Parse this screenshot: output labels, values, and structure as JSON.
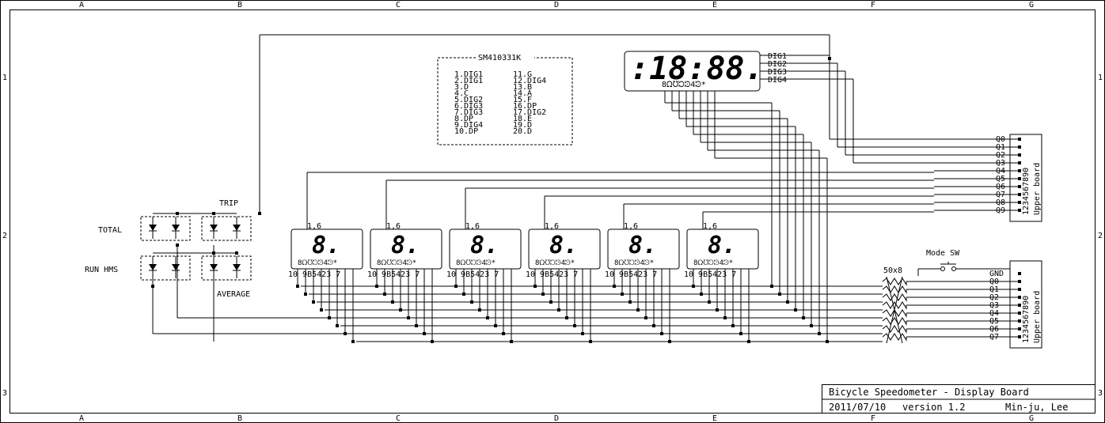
{
  "columns": [
    "A",
    "B",
    "C",
    "D",
    "E",
    "F",
    "G"
  ],
  "rows": [
    "1",
    "2",
    "3"
  ],
  "pinout": {
    "title": "SM410331K",
    "left": [
      "1.DIG1",
      "2.DIG1",
      "3.D",
      "4.C",
      "5.DIG2",
      "6.DIG3",
      "7.DIG3",
      "8.DP",
      "9.DIG4",
      "10.DP"
    ],
    "right": [
      "11.G",
      "12.DIG4",
      "13.B",
      "14.A",
      "15.F",
      "16.DP",
      "17.DIG2",
      "18.E",
      "19.D",
      "20.D"
    ]
  },
  "main_display": {
    "digit_text": ":18:88.",
    "pin_labels": "8ᘯᘮᘰᘱ4ᘲ*",
    "digit_lines": [
      "DIG1",
      "DIG2",
      "DIG3",
      "DIG4"
    ]
  },
  "small_displays": {
    "top_label": "1,6",
    "digit_text": "8.",
    "seg_labels": "8ᘯᘮᘰᘱ4ᘲ*",
    "pin_row": "10 9B5423 7"
  },
  "leds": {
    "total": "TOTAL",
    "trip": "TRIP",
    "run_hms": "RUN HMS",
    "average": "AVERAGE"
  },
  "connector_upper": {
    "pins": [
      "Q0",
      "Q1",
      "Q2",
      "Q3",
      "Q4",
      "Q5",
      "Q6",
      "Q7",
      "Q8",
      "Q9"
    ],
    "label": "Upper board",
    "numbers": "1234567890"
  },
  "connector_lower": {
    "pins": [
      "GND",
      "Q0",
      "Q1",
      "Q2",
      "Q3",
      "Q4",
      "Q5",
      "Q6",
      "Q7"
    ],
    "label": "Upper board",
    "numbers": "1234567890"
  },
  "resistor_label": "50x8",
  "switch_label": "Mode SW",
  "title_block": {
    "title": "Bicycle Speedometer - Display Board",
    "date": "2011/07/10",
    "version": "version 1.2",
    "author": "Min-ju, Lee"
  }
}
